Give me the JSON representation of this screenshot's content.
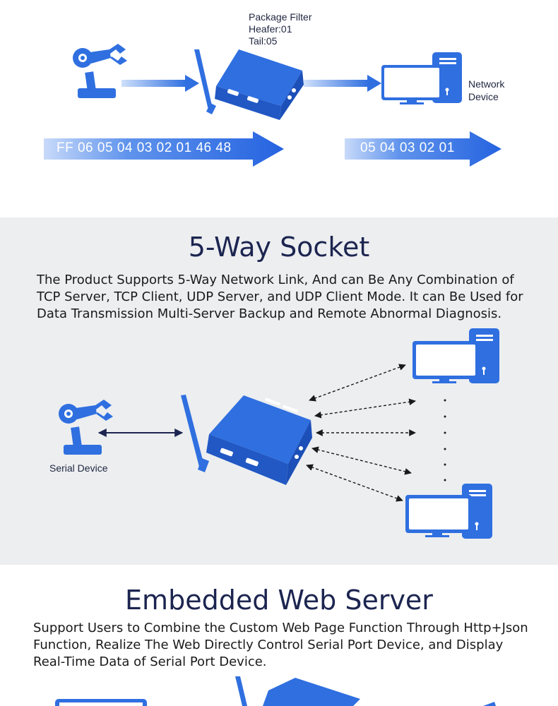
{
  "filter_section": {
    "package_filter": "Package Filter",
    "header_line": "Heafer:01",
    "tail_line": "Tail:05",
    "network_label_line1": "Network",
    "network_label_line2": "Device",
    "input_hex": "FF 06 05 04 03 02 01 46 48",
    "output_hex": "05 04 03 02 01"
  },
  "socket_section": {
    "title": "5-Way Socket",
    "description": "The Product Supports 5-Way Network Link, And can Be Any Combination of TCP Server, TCP Client, UDP Server, and UDP Client Mode. It can Be Used for Data Transmission Multi-Server Backup and Remote Abnormal Diagnosis.",
    "serial_label": "Serial Device"
  },
  "web_section": {
    "title": "Embedded Web Server",
    "description": "Support Users to Combine the Custom Web Page Function Through Http+Json Function, Realize The Web Directly Control Serial Port Device, and Display Real-Time Data of Serial Port Device."
  },
  "colors": {
    "brand_blue": "#2f6fe0",
    "dark_navy": "#1c2550",
    "panel_gray": "#eceef0"
  },
  "icons": [
    "robot-arm-icon",
    "router-icon",
    "computer-icon",
    "arrow-icon"
  ]
}
